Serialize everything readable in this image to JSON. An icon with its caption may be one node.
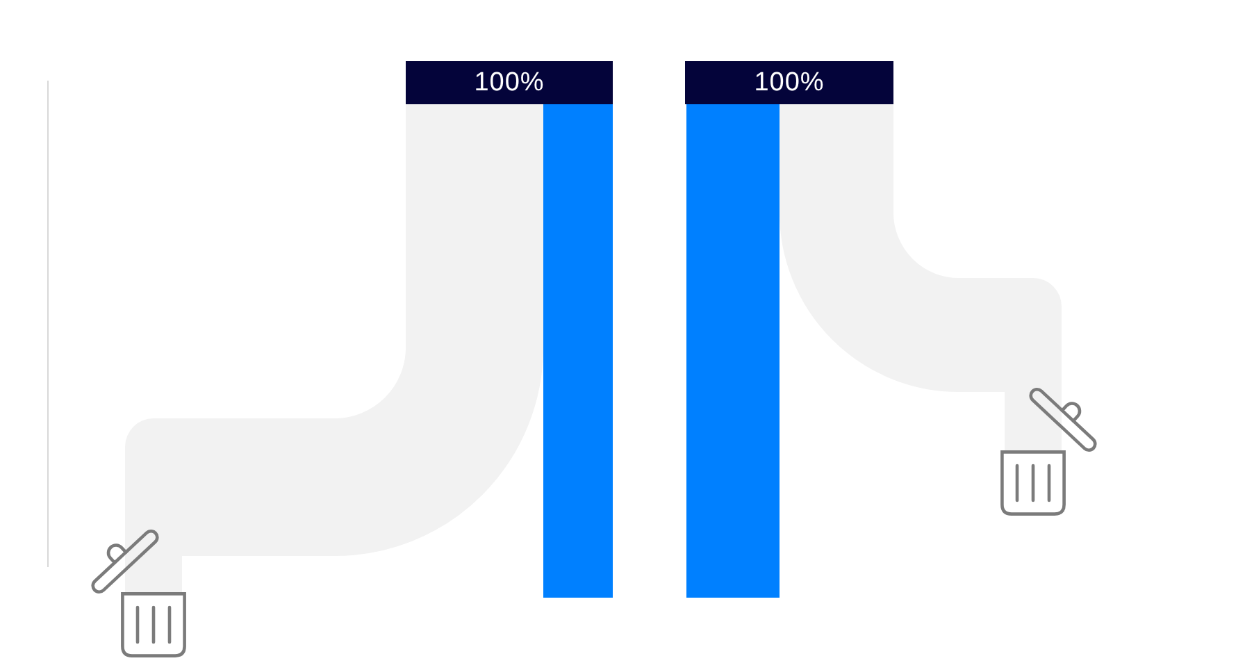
{
  "diagram": {
    "nodes": [
      {
        "text": [
          "100%"
        ]
      },
      {
        "text": [],
        "shape": "bar"
      },
      {
        "text": [],
        "shape": "picture"
      },
      {
        "text": [
          "100%"
        ]
      },
      {
        "text": [],
        "shape": "bar"
      },
      {
        "text": [],
        "shape": "picture"
      }
    ],
    "edges": [
      {
        "from": 0,
        "to": 2,
        "arrow": "none"
      },
      {
        "from": 3,
        "to": 5,
        "arrow": "none"
      }
    ]
  }
}
